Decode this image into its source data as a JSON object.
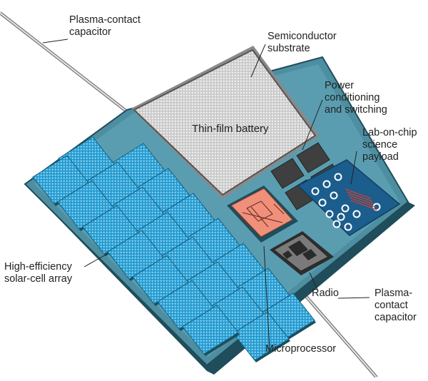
{
  "labels": {
    "plasma_contact_capacitor_top": [
      "Plasma-contact",
      "capacitor"
    ],
    "semiconductor_substrate": [
      "Semiconductor",
      "substrate"
    ],
    "power_conditioning": [
      "Power",
      "conditioning",
      "and switching"
    ],
    "thin_film_battery": "Thin-film battery",
    "lab_on_chip": [
      "Lab-on-chip",
      "science",
      "payload"
    ],
    "solar_cell_array": [
      "High-efficiency",
      "solar-cell array"
    ],
    "radio": "Radio",
    "plasma_contact_capacitor_bottom": [
      "Plasma-",
      "contact",
      "capacitor"
    ],
    "microprocessor": "Microprocessor"
  },
  "colors": {
    "board": "#4e8ea1",
    "board_edge": "#1f4d5b",
    "solar_cell": "#29a3d6",
    "battery": "#d8d8d8",
    "microprocessor": "#f0907a",
    "radio": "#6b6b6b",
    "power_block": "#3f3f3f",
    "lab_panel": "#1b5d8c",
    "wire": "#9a9a9a"
  }
}
